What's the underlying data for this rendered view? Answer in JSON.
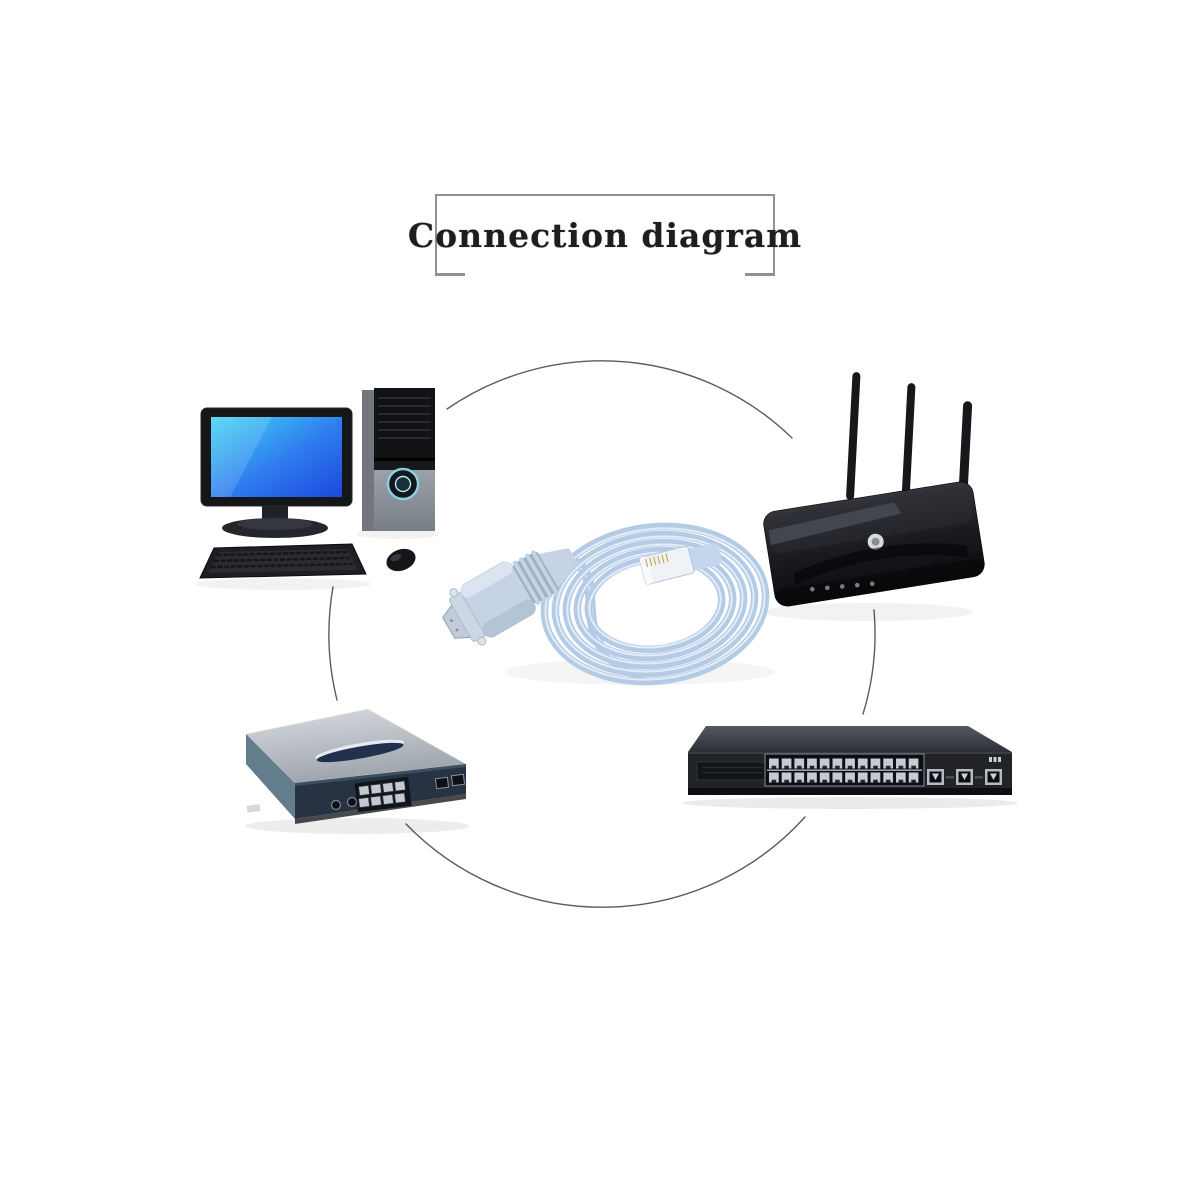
{
  "title": {
    "text": "Connection diagram"
  },
  "devices": {
    "desktop_computer": {
      "name": "Desktop computer with monitor, tower, keyboard and mouse",
      "position": "top-left",
      "screen_color_top": "#45d6f4",
      "screen_color_bottom": "#1b49dd"
    },
    "wireless_router": {
      "name": "Wireless router",
      "position": "top-right",
      "antenna_count": 3,
      "body_color": "#1a1c20"
    },
    "console_cable": {
      "name": "Flat console cable, DB9 serial to RJ45",
      "position": "center",
      "cable_color": "#b4cbe6",
      "coil_loops": 5,
      "connectors": [
        "DB9 serial",
        "RJ45"
      ]
    },
    "small_router": {
      "name": "Small business router",
      "position": "bottom-left",
      "front_port_count": 8,
      "top_color": "#c6cbd1",
      "front_color": "#273342"
    },
    "network_switch": {
      "name": "Rackmount network switch",
      "position": "bottom-right",
      "port_count": 24,
      "uplink_port_count": 3,
      "body_color": "#212327"
    }
  },
  "connection_ring": {
    "shape": "circle",
    "stroke_color": "#4a4a4a"
  }
}
